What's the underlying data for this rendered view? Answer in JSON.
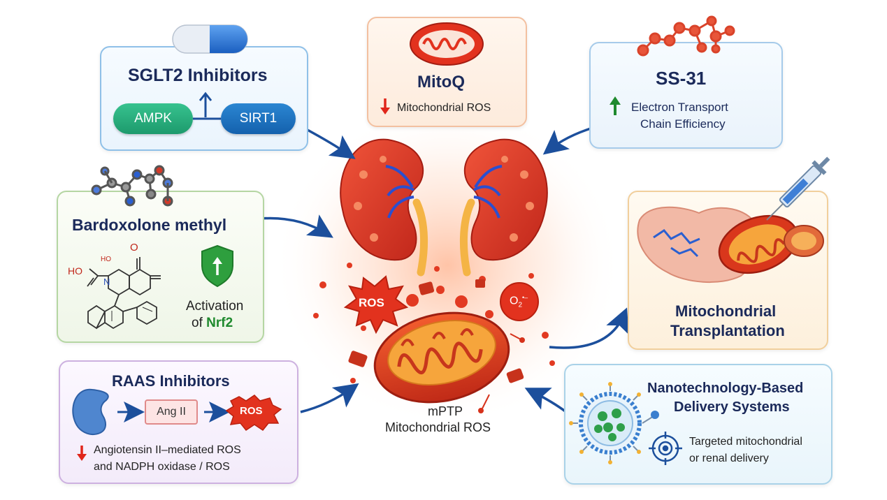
{
  "sglt2": {
    "title": "SGLT2 Inhibitors",
    "ampk": "AMPK",
    "sirt1": "SIRT1"
  },
  "mitoq": {
    "title": "MitoQ",
    "effect": "Mitochondrial ROS"
  },
  "ss31": {
    "title": "SS-31",
    "line1": "Electron Transport",
    "line2": "Chain Efficiency"
  },
  "bardox": {
    "title": "Bardoxolone methyl",
    "act1": "Activation",
    "act2_prefix": "of ",
    "act2_em": "Nrf2",
    "mol_o": "O",
    "mol_ho": "HO",
    "mol_hoc": "HO",
    "mol_n": "N"
  },
  "transpl": {
    "title1": "Mitochondrial",
    "title2": "Transplantation"
  },
  "raas": {
    "title": "RAAS Inhibitors",
    "ang": "Ang II",
    "ros": "ROS",
    "line1": "Angiotensin II–mediated ROS",
    "line2": "and NADPH oxidase / ROS"
  },
  "nano": {
    "title1": "Nanotechnology-Based",
    "title2": "Delivery Systems",
    "line1": "Targeted mitochondrial",
    "line2": "or renal delivery"
  },
  "center": {
    "ros_burst": "ROS",
    "o2": "O",
    "o2_sub": "2",
    "o2_sup": "•–",
    "mptp": "mPTP",
    "mito_ros": "Mitochondrial  ROS"
  },
  "colors": {
    "down": "#e0261b",
    "up": "#1f8a2e",
    "arrow": "#1c4f9c",
    "nrf2": "#1f8a2e"
  }
}
